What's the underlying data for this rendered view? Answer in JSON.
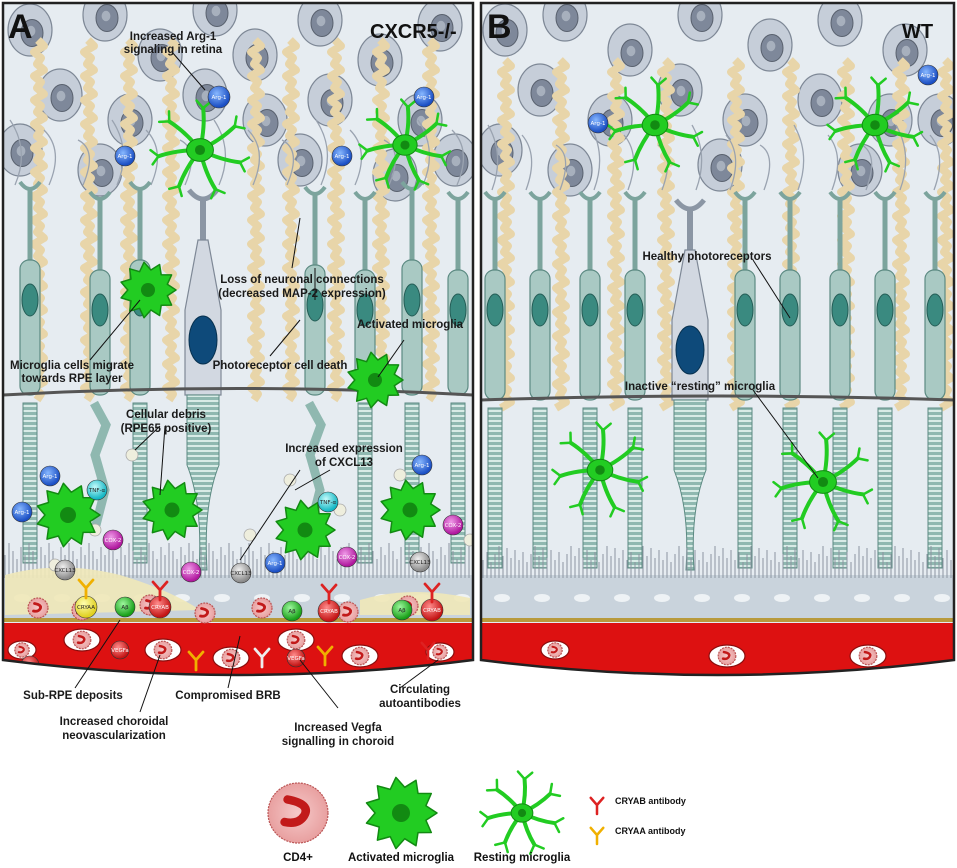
{
  "panel_a": {
    "letter": "A",
    "genotype": "CXCR5-/-",
    "labels": {
      "arg1_retina_1": "Increased Arg-1",
      "arg1_retina_2": "signaling in retina",
      "loss_conn_1": "Loss of neuronal connections",
      "loss_conn_2": "(decreased MAP-2 expression)",
      "migrate_1": "Microglia cells migrate",
      "migrate_2": "towards RPE layer",
      "pr_death": "Photoreceptor cell death",
      "activated": "Activated microglia",
      "debris_1": "Cellular debris",
      "debris_2": "(RPE65 positive)",
      "cxcl13_1": "Increased expression",
      "cxcl13_2": "of CXCL13",
      "sub_rpe": "Sub-RPE deposits",
      "brb": "Compromised BRB",
      "cnv_1": "Increased choroidal",
      "cnv_2": "neovascularization",
      "vegfa_1": "Increased Vegfa",
      "vegfa_2": "signalling in choroid",
      "auto_1": "Circulating",
      "auto_2": "autoantibodies"
    },
    "chips": {
      "arg1": "Arg-1",
      "tnfa": "TNF-α",
      "cox2": "COX-2",
      "cxcl13": "CXCL13",
      "ab": "Aβ",
      "cryab": "CRYAB",
      "cryaa": "CRYAA",
      "vegfa": "VEGFa"
    }
  },
  "panel_b": {
    "letter": "B",
    "genotype": "WT",
    "labels": {
      "healthy": "Healthy photoreceptors",
      "resting": "Inactive “resting” microglia"
    }
  },
  "legend": {
    "cd4": "CD4+",
    "activated": "Activated microglia",
    "resting": "Resting microglia",
    "cryab": "CRYAB antibody",
    "cryaa": "CRYAA antibody"
  },
  "colors": {
    "microglia": "#22cc22",
    "choroid": "#dd1111",
    "arg1": "#2266dd",
    "cox2": "#cc22bb",
    "tnfa": "#22cccc",
    "cryab_ab": "#dd2222",
    "cryaa_ab": "#f0b000",
    "background": "#e4eaf0"
  }
}
